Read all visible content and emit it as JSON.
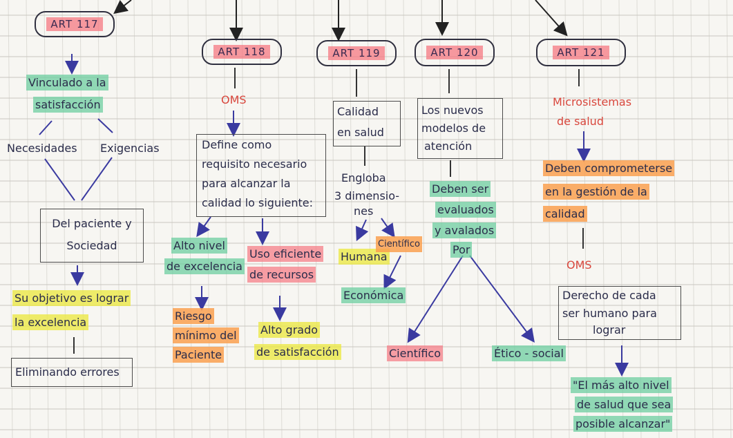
{
  "articles": {
    "a117": "ART 117",
    "a118": "ART 118",
    "a119": "ART 119",
    "a120": "ART 120",
    "a121": "ART 121"
  },
  "col117": {
    "vinculado_1": "Vinculado a la",
    "vinculado_2": "satisfacción",
    "necesidades": "Necesidades",
    "exigencias": "Exigencias",
    "paciente_1": "Del paciente y",
    "paciente_2": "Sociedad",
    "objetivo_1": "Su objetivo es lograr",
    "objetivo_2": "la excelencia",
    "eliminando": "Eliminando errores"
  },
  "col118": {
    "oms": "OMS",
    "define_1": "Define como",
    "define_2": "requisito necesario",
    "define_3": "para alcanzar la",
    "define_4": "calidad lo siguiente:",
    "alto_nivel_1": "Alto nivel",
    "alto_nivel_2": "de excelencia",
    "uso_1": "Uso eficiente",
    "uso_2": "de recursos",
    "riesgo_1": "Riesgo",
    "riesgo_2": "mínimo del",
    "riesgo_3": "Paciente",
    "alto_grado_1": "Alto grado",
    "alto_grado_2": "de satisfacción"
  },
  "col119": {
    "calidad_1": "Calidad",
    "calidad_2": "en salud",
    "engloba_1": "Engloba",
    "engloba_2": "3 dimensio-",
    "engloba_3": "nes",
    "humana": "Humana",
    "cientifico": "Científico",
    "economica": "Económica"
  },
  "col120": {
    "modelos_1": "Los nuevos",
    "modelos_2": "modelos de",
    "modelos_3": "atención",
    "deben_1": "Deben ser",
    "deben_2": "evaluados",
    "deben_3": "y avalados",
    "por": "Por",
    "cientifico": "Científico",
    "etico": "Ético - social"
  },
  "col121": {
    "micro_1": "Microsistemas",
    "micro_2": "de salud",
    "comprometerse_1": "Deben comprometerse",
    "comprometerse_2": "en la gestión de la",
    "comprometerse_3": "calidad",
    "oms": "OMS",
    "derecho_1": "Derecho de cada",
    "derecho_2": "ser humano para",
    "derecho_3": "lograr",
    "quote_1": "\"El más alto nivel",
    "quote_2": "de salud que sea",
    "quote_3": "posible alcanzar\""
  },
  "colors": {
    "green": "#6ecda0",
    "yellow": "#ebe846",
    "orange": "#faa050",
    "pink": "#f57882",
    "arrow": "#3a3aa0",
    "red_text": "#d9473d"
  }
}
